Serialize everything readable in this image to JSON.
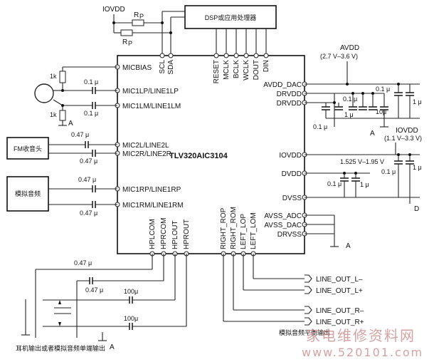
{
  "dsp": {
    "label": "DSP或应用处理器"
  },
  "supply_iovdd_top": "IOVDD",
  "resistor_pullup": "R",
  "resistor_pullup_sub": "P",
  "chip": {
    "name": "TLV320AIC3104",
    "left_pins": [
      "MICBIAS",
      "MIC1LP/LINE1LP",
      "MIC1LM/LINE1LM",
      "MIC2L/LINE2L",
      "MIC2R/LINE2R",
      "MIC1RP/LINE1RP",
      "MIC1RM/LINE1RM"
    ],
    "top_pins": [
      "SCL",
      "SDA",
      "RESET",
      "MCLK",
      "BCLK",
      "WCLK",
      "DOUT",
      "DIN"
    ],
    "right_pins": [
      "AVDD_DAC",
      "DRVDD",
      "DRVDD",
      "IOVDD",
      "DVDD",
      "DVSS",
      "AVSS_ADC",
      "AVSS_DAC",
      "DRVSS"
    ],
    "bottom_pins": [
      "HPLCOM",
      "HPRCOM",
      "HPLOUT",
      "HPROUT",
      "RIGHT_ROP",
      "RIGHT_ROM",
      "LEFT_LOP",
      "LEFT_LOM"
    ]
  },
  "components": {
    "r1k_a": "1k",
    "r1k_b": "1k",
    "c01u": "0.1 μ",
    "c047u": "0.47 μ",
    "c100u": "100μ",
    "c1u": "1 μ",
    "c10u": "10μ"
  },
  "blocks": {
    "fm": "FM收音头",
    "analog_audio": "模拟音频"
  },
  "supplies": {
    "avdd": "AVDD",
    "avdd_range": "(2.7 V–3.6 V)",
    "iovdd": "IOVDD",
    "iovdd_range": "(1.1 V–3.3 V)",
    "dvdd_range": "1.525 V–1.95 V",
    "ground_a": "A",
    "ground_d": "D"
  },
  "outputs": [
    "LINE_OUT_L–",
    "LINE_OUT_L+",
    "LINE_OUT_R–",
    "LINE_OUT_R+"
  ],
  "captions": {
    "line_out_note": "模拟音频平衡输出",
    "headphone_note": "耳机输出或者模拟音频单端输出"
  },
  "watermark": {
    "line1": "家电维修资料网",
    "line2": "www.520101.com"
  }
}
